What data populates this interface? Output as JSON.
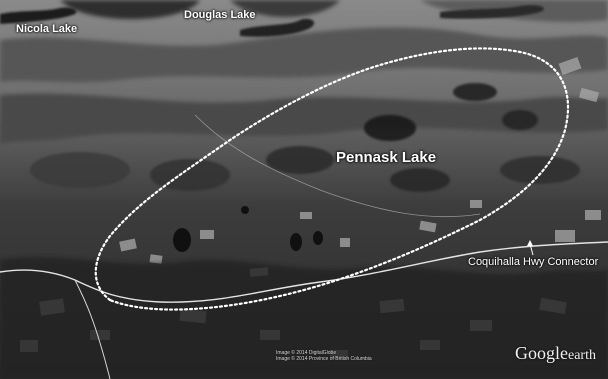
{
  "labels": {
    "nicola_lake": "Nicola Lake",
    "douglas_lake": "Douglas Lake",
    "pennask_lake": "Pennask Lake",
    "highway": "Coquihalla Hwy Connector"
  },
  "credits": {
    "line1": "Image © 2014 DigitalGlobe",
    "line2": "Image © 2014 Province of British Columbia"
  },
  "logo": {
    "main": "Google",
    "sub": "earth"
  },
  "colors": {
    "boundary": "#ffffff",
    "terrain_dark": "#2a2a2a",
    "terrain_light": "#9a9a9a"
  }
}
